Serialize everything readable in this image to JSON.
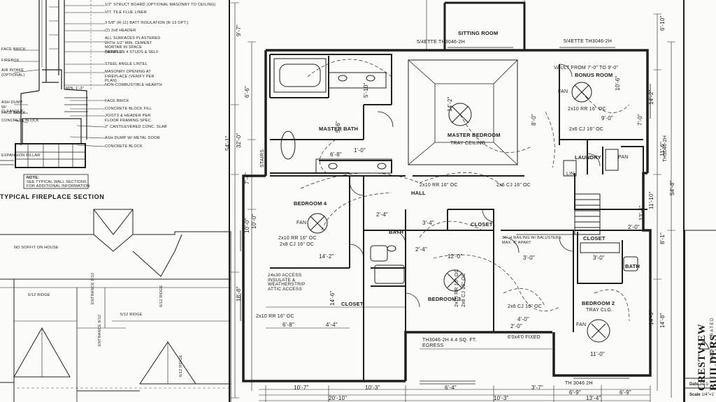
{
  "fireplace": {
    "title": "TYPICAL FIREPLACE SECTION",
    "callouts": [
      "1/2\" STRUCT BOARD (OPTIONAL MASONRY TO CEILING)",
      "VIT. TILE FLUE LINER",
      "3 5/8\" (R-11) BATT INSULATION (R-13 OPT.)",
      "(2) 2x8 HEADER",
      "ALL SURFACES PLASTERED WITH 1/2\" MIN. CEMENT MORTAR IN SPACE BETWEEN 4 STUDS & SELF",
      "DAMPER",
      "STEEL ANGLE LINTEL",
      "MASONRY OPENING AT FIREPLACE (VERIFY PER PLAN)",
      "NON-COMBUSTIBLE HEARTH",
      "FACE BRICK",
      "CONCRETE BLOCK FILL",
      "JOISTS & HEADER PER FLOOR FRAMING SPEC.",
      "2\" CANTILEVERED CONC. SLAB",
      "ASH DUMP W/ METAL DOOR",
      "CONCRETE BLOCK"
    ],
    "left_labels": [
      "FACE BRICK",
      "FIREBOX",
      "AIR INTAKE (OPTIONAL)",
      "ASH DUMP W/ CLEANOUT",
      "FACE BRICK",
      "CONCRETE BLOCK",
      "EXPANSION PILLAR"
    ],
    "dim": "MIN. 1'-3\"",
    "note": [
      "NOTE:",
      "SEE TYPICAL WALL SECTIONS",
      "FOR ADDITIONAL INFORMATION"
    ]
  },
  "roof": {
    "labels": [
      "NO SOFFIT ON HOUSE",
      "6/12 RIDGE",
      "5/12 RIDGE",
      "ENTRANCE 8/12",
      "6/12 RIDGE",
      "ENTRANCE 8/12",
      "6/12 RIDGE"
    ]
  },
  "plan": {
    "rooms": [
      {
        "name": "SITTING ROOM"
      },
      {
        "name": "MASTER BATH"
      },
      {
        "name": "MASTER BEDROOM",
        "sub": "TRAY CEILING"
      },
      {
        "name": "BONUS ROOM"
      },
      {
        "name": "HALL"
      },
      {
        "name": "BEDROOM 4"
      },
      {
        "name": "BATH"
      },
      {
        "name": "CLOSET"
      },
      {
        "name": "BEDROOM 3"
      },
      {
        "name": "BEDROOM 2",
        "sub": "TRAY CLG."
      },
      {
        "name": "CLOSET"
      },
      {
        "name": "CLOSET"
      },
      {
        "name": "BATH"
      },
      {
        "name": "LAUNDRY"
      },
      {
        "name": "PAN"
      },
      {
        "name": "FAN"
      },
      {
        "name": "FAN"
      },
      {
        "name": "FAN"
      },
      {
        "name": "LIN."
      }
    ],
    "notes": {
      "sitting_window": "5/4ETTE TH3046-2H",
      "bonus_window": "5/4ETTE TH3046-2H",
      "vault": "VAULT FROM 7'-0\" TO 9'-0\"",
      "attic": "24x30 ACCESS INSULATE & WEATHERSTRIP ATTIC ACCESS",
      "joist4": "2x10 RR 16\" OC",
      "joist4b": "2x8 CJ 16\" OC",
      "joist_hall": "2x10 RR 16\" OC",
      "joist_hall2": "2x6 CJ 16\" OC",
      "joist_b3": "2x10 RR 16\" OC",
      "joist_b3b": "2x8 CJ 16\" OC",
      "joist_b2": "2x6 CJ 16\" OC",
      "joist_bonus": "2x10 RR 16\" OC",
      "joist_bonus2": "2x6 CJ 16\" OC",
      "joist_left": "2x10 RR 16\" OC",
      "egress": "TH3046-2H 4.4 SQ. FT. EGRESS",
      "fixed": "6'0x4'0 FIXED",
      "rail": "36\" H RAILING W/ BALUSTERS MAX. 4\" APART",
      "tray_clg": "TRAY CLG.",
      "dim_top": "TH 3046 2H",
      "vert_left": "STAIRS",
      "vert_right": "TH3046-2H"
    },
    "dims": [
      "14'-2\"",
      "12'-0\"",
      "3'-0\"",
      "3'-0\"",
      "14'-6\"",
      "6'-8\"",
      "4'-4\"",
      "2'-4\"",
      "3'-4\"",
      "11'-0\"",
      "10'-6\"",
      "8'-0\"",
      "9'-0\"",
      "5'-10\"",
      "1'-0\"",
      "5'-6\"",
      "4'-0\"",
      "2'-0\"",
      "2'-4\"",
      "7'-0\"",
      "10'-0\"",
      "13'-4\"",
      "14'-2\"",
      "6'-8\"",
      "2'-0\""
    ],
    "bottom_dims": [
      "10'-7\"",
      "10'-3\"",
      "6'-4\"",
      "3'-7\"",
      "6'-9\"",
      "6'-9\"",
      "20'-10\"",
      "10'-3\"",
      "13'-4\""
    ],
    "side_dims_left": [
      "54'-1\"",
      "9'-7\"",
      "32'-0\"",
      "6'-6\"",
      "7'-4\"",
      "10'-0\"",
      "18'-8\""
    ],
    "side_dims_right": [
      "54'-8\"",
      "14'-2\"",
      "6'-10\"",
      "8'-1\"",
      "11'-10\"",
      "14'-8\"",
      "14'-3\"",
      "11'-6\""
    ]
  },
  "title_block": {
    "company": "CRESTVIEW BUILDERS",
    "incorporated": "INCORPORATED",
    "date_label": "Date",
    "date_value": "10-1-",
    "scale_label": "Scale",
    "scale_value": "1/4\"=1'"
  }
}
